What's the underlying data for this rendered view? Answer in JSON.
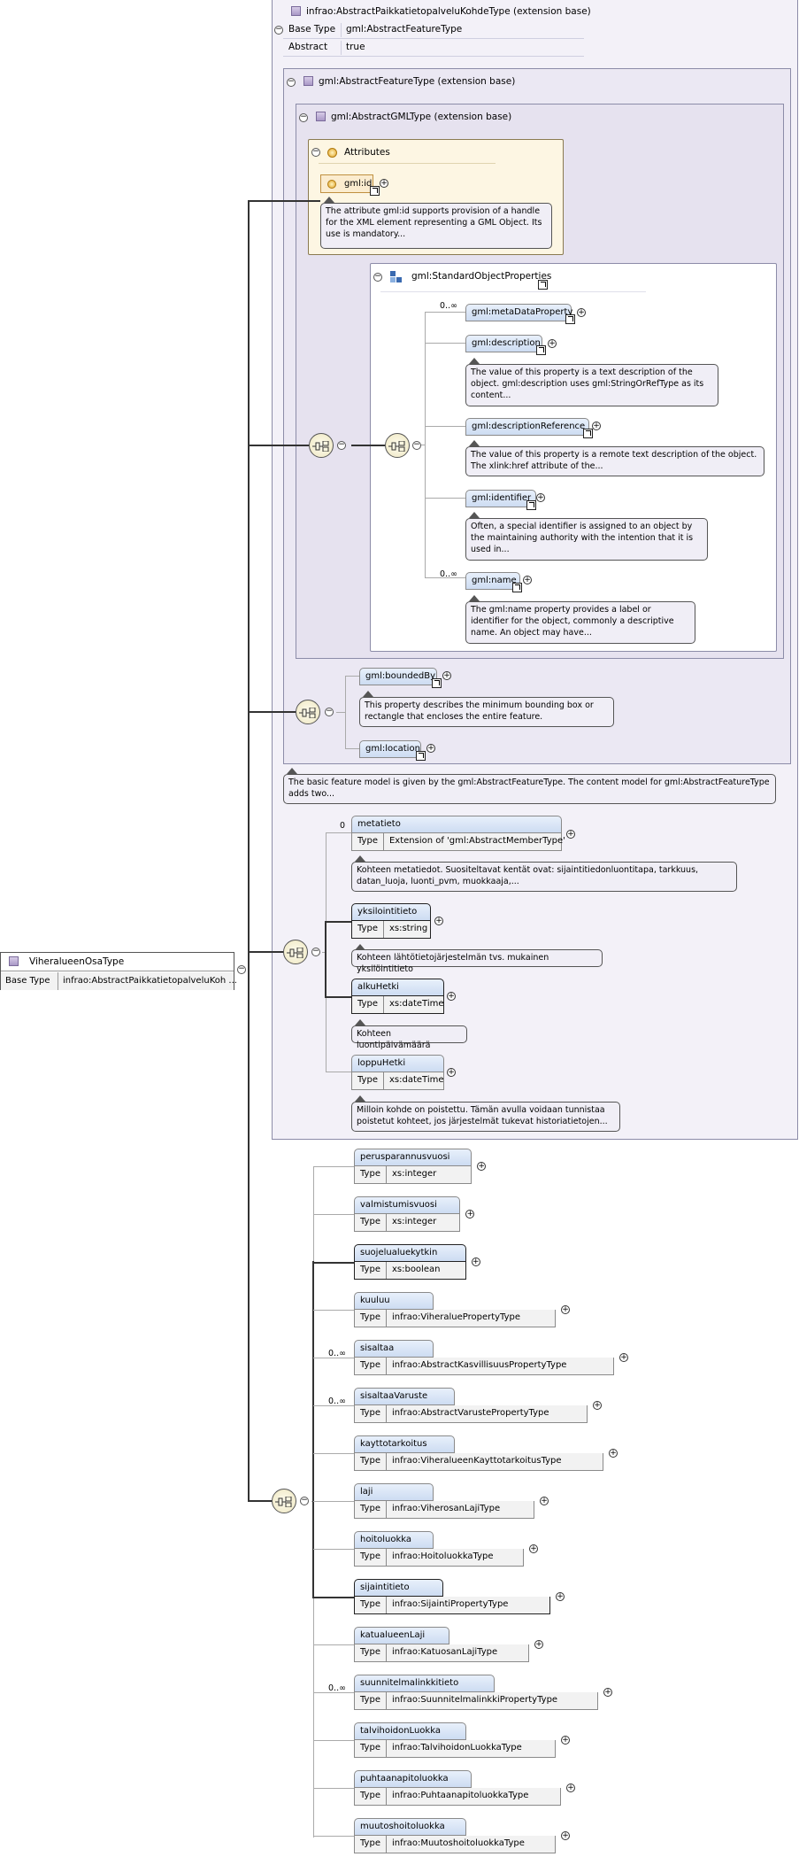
{
  "base_header": {
    "title": "infrao:AbstractPaikkatietopalveluKohdeType (extension base)",
    "rows": [
      {
        "key": "Base Type",
        "value": "gml:AbstractFeatureType"
      },
      {
        "key": "Abstract",
        "value": "true"
      }
    ]
  },
  "feature_type": {
    "title": "gml:AbstractFeatureType (extension base)",
    "doc": "The basic feature model is given by the gml:AbstractFeatureType. The content model for gml:AbstractFeatureType adds two..."
  },
  "gml_type": {
    "title": "gml:AbstractGMLType (extension base)"
  },
  "attributes": {
    "title": "Attributes",
    "id_label": "gml:id",
    "id_doc": "The attribute gml:id supports provision of a handle for the XML element representing a GML Object. Its use is mandatory..."
  },
  "sop": {
    "title": "gml:StandardObjectProperties",
    "items": [
      {
        "name": "gml:metaDataProperty",
        "occ": "0..∞",
        "doc": ""
      },
      {
        "name": "gml:description",
        "occ": "",
        "doc": "The value of this property is a text description of the object. gml:description uses gml:StringOrRefType as its content..."
      },
      {
        "name": "gml:descriptionReference",
        "occ": "",
        "doc": "The value of this property is a remote text description of the object. The xlink:href attribute of the..."
      },
      {
        "name": "gml:identifier",
        "occ": "",
        "doc": "Often, a special identifier is assigned to an object by the maintaining authority with the intention that it is used in..."
      },
      {
        "name": "gml:name",
        "occ": "0..∞",
        "doc": "The gml:name property provides a label or identifier for the object, commonly a descriptive name. An object may have..."
      }
    ]
  },
  "bounded": {
    "name": "gml:boundedBy",
    "doc": "This property describes the minimum bounding box or rectangle that encloses the entire feature.",
    "location": "gml:location"
  },
  "base_elements": [
    {
      "name": "metatieto",
      "occ": "0",
      "type": "Extension of 'gml:AbstractMemberType'",
      "doc": "Kohteen metatiedot. Suositeltavat kentät ovat: sijaintitiedonluontitapa, tarkkuus, datan_luoja, luonti_pvm, muokkaaja,..."
    },
    {
      "name": "yksilointitieto",
      "occ": "",
      "type": "xs:string",
      "doc": "Kohteen lähtötietojärjestelmän tvs. mukainen yksilöintitieto"
    },
    {
      "name": "alkuHetki",
      "occ": "",
      "type": "xs:dateTime",
      "doc": "Kohteen luontipäivämäärä"
    },
    {
      "name": "loppuHetki",
      "occ": "",
      "type": "xs:dateTime",
      "doc": "Milloin kohde on poistettu. Tämän avulla voidaan tunnistaa poistetut kohteet, jos järjestelmät tukevat historiatietojen..."
    }
  ],
  "root": {
    "name": "ViheralueenOsaType",
    "base_label": "Base Type",
    "base_value": "infrao:AbstractPaikkatietopalveluKoh ..."
  },
  "type_label": "Type",
  "elements": [
    {
      "name": "perusparannusvuosi",
      "occ": "",
      "type": "xs:integer"
    },
    {
      "name": "valmistumisvuosi",
      "occ": "",
      "type": "xs:integer"
    },
    {
      "name": "suojelualuekytkin",
      "occ": "",
      "type": "xs:boolean"
    },
    {
      "name": "kuuluu",
      "occ": "",
      "type": "infrao:ViheraluePropertyType"
    },
    {
      "name": "sisaltaa",
      "occ": "0..∞",
      "type": "infrao:AbstractKasvillisuusPropertyType"
    },
    {
      "name": "sisaltaaVaruste",
      "occ": "0..∞",
      "type": "infrao:AbstractVarustePropertyType"
    },
    {
      "name": "kayttotarkoitus",
      "occ": "",
      "type": "infrao:ViheralueenKayttotarkoitusType"
    },
    {
      "name": "laji",
      "occ": "",
      "type": "infrao:ViherosanLajiType"
    },
    {
      "name": "hoitoluokka",
      "occ": "",
      "type": "infrao:HoitoluokkaType"
    },
    {
      "name": "sijaintitieto",
      "occ": "",
      "type": "infrao:SijaintiPropertyType"
    },
    {
      "name": "katualueenLaji",
      "occ": "",
      "type": "infrao:KatuosanLajiType"
    },
    {
      "name": "suunnitelmalinkkitieto",
      "occ": "0..∞",
      "type": "infrao:SuunnitelmalinkkiPropertyType"
    },
    {
      "name": "talvihoidonLuokka",
      "occ": "",
      "type": "infrao:TalvihoidonLuokkaType"
    },
    {
      "name": "puhtaanapitoluokka",
      "occ": "",
      "type": "infrao:PuhtaanapitoluokkaType"
    },
    {
      "name": "muutoshoitoluokka",
      "occ": "",
      "type": "infrao:MuutoshoitoluokkaType"
    }
  ]
}
